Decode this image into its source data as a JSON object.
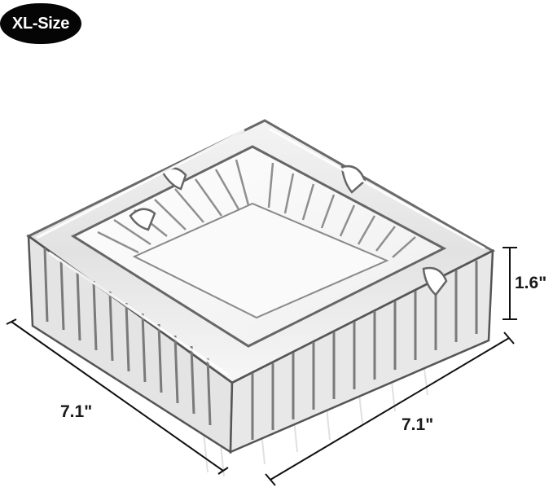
{
  "badge": {
    "label": "XL-Size",
    "color": "#050505"
  },
  "dimensions": {
    "height": "1.6\"",
    "width_left": "7.1\"",
    "width_right": "7.1\""
  },
  "product": {
    "icon": "glass-ashtray-illustration"
  }
}
